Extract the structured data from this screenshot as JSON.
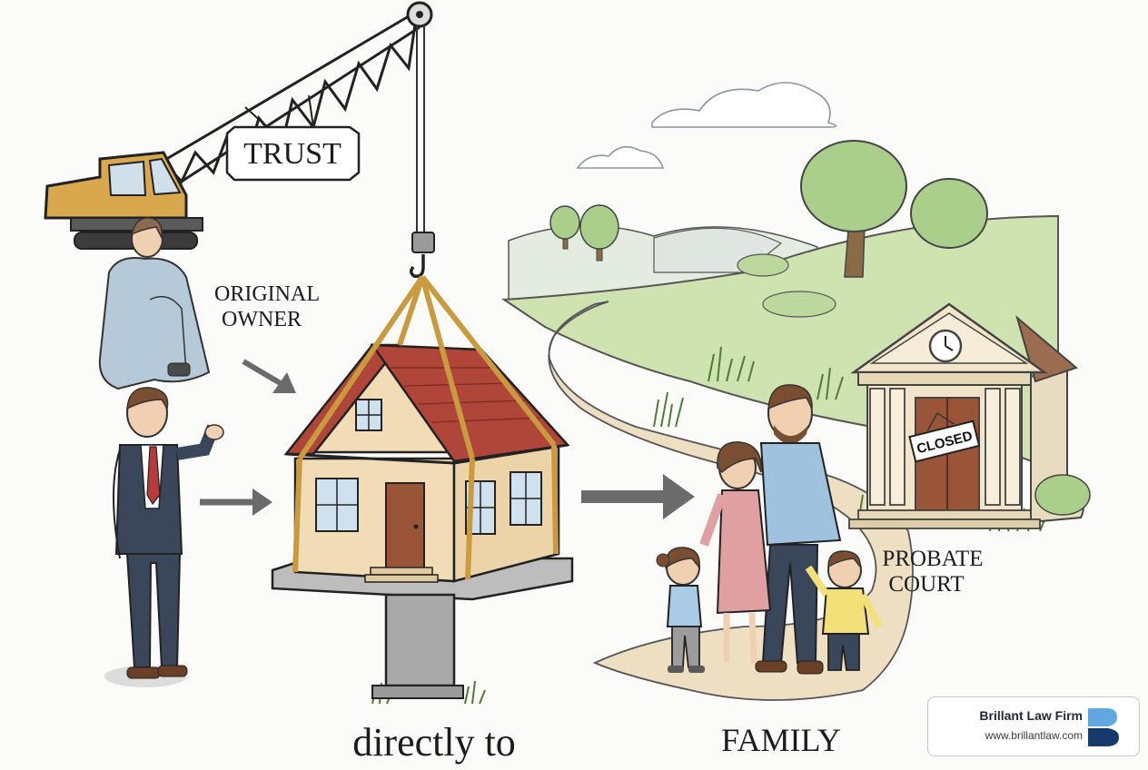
{
  "labels": {
    "trust": "TRUST",
    "original_owner_line1": "ORIGINAL",
    "original_owner_line2": "OWNER",
    "closed": "CLOSED",
    "probate_line1": "PROBATE",
    "probate_line2": "COURT",
    "directly_to": "directly to",
    "family": "FAMILY"
  },
  "brand": {
    "name": "Brillant Law Firm",
    "url": "www.brillantlaw.com",
    "logo_colors": [
      "#5fa8e0",
      "#163a6b"
    ]
  },
  "colors": {
    "crane": "#d9a84e",
    "roof": "#b0463a",
    "house_wall": "#f2dcb5",
    "door": "#9a5438",
    "hills": "#cfe3b0",
    "path": "#eedfc2",
    "court_roof": "#9c6c4e",
    "court_wall": "#f1e4c8",
    "arrow": "#6b6b6b"
  }
}
